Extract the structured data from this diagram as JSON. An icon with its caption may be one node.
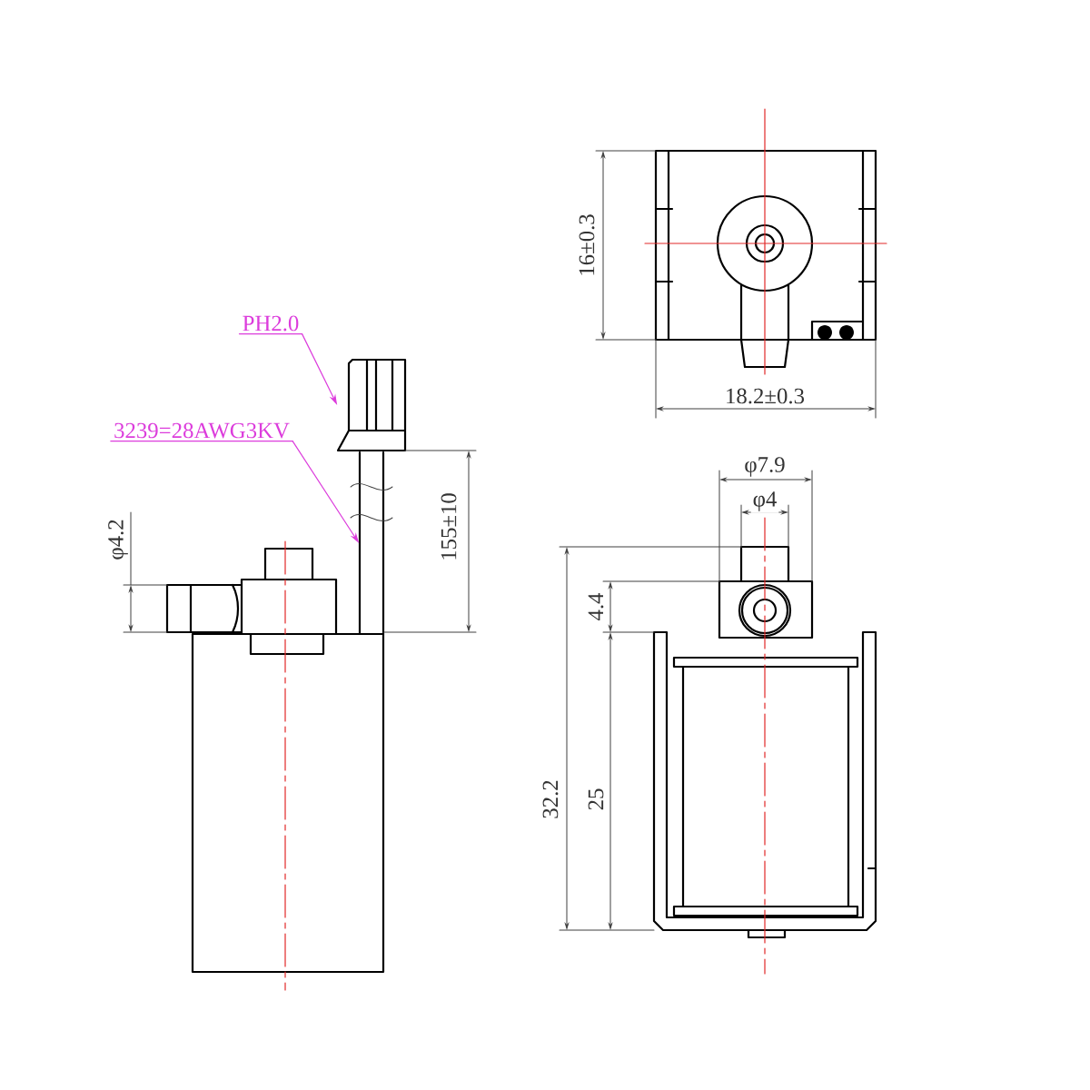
{
  "diagram": {
    "nodes": [
      {
        "text": [
          "PH2.0"
        ]
      },
      {
        "text": [],
        "shape": "picture"
      },
      {
        "text": [
          "3239=28AWG3KV"
        ]
      },
      {
        "text": [],
        "shape": "picture"
      }
    ],
    "edges": [
      {
        "from": 0,
        "to": 1,
        "arrow": "to"
      },
      {
        "from": 2,
        "to": 3,
        "arrow": "to"
      }
    ],
    "labels": [
      "16±0.3",
      "18.2±0.3",
      "155±10",
      "φ7.9",
      "φ4.2",
      "φ4",
      "4.4",
      "32.2",
      "25"
    ]
  }
}
